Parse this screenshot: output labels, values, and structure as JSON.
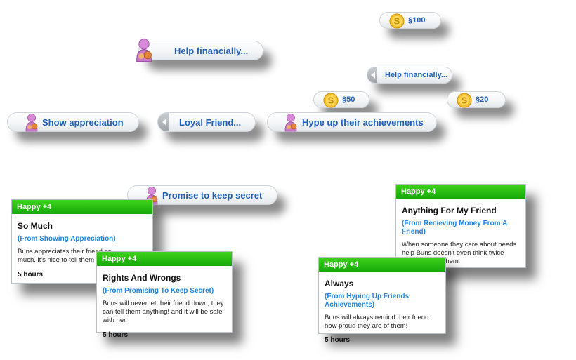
{
  "interactions": {
    "help_financially_big": "Help financially...",
    "show_appreciation": "Show appreciation",
    "loyal_friend": "Loyal Friend...",
    "hype_achievements": "Hype up their achievements",
    "promise_secret": "Promise to keep secret",
    "help_financially_small": "Help financially...",
    "money_100": "§100",
    "money_50": "§50",
    "money_20": "§20"
  },
  "moodlets": [
    {
      "header": "Happy +4",
      "title": "So Much",
      "source": "(From Showing Appreciation)",
      "description": "Buns appreciates their friend so much, it's nice to tell them they can",
      "duration": "5 hours"
    },
    {
      "header": "Happy +4",
      "title": "Rights And Wrongs",
      "source": "(From Promising To Keep Secret)",
      "description": "Buns will never let their friend down, they can tell them anything! and it will be safe with her",
      "duration": "5 hours"
    },
    {
      "header": "Happy +4",
      "title": "Anything For My Friend",
      "source": "(From Recieving Money From A Friend)",
      "description": "When someone they care about needs help Buns doesn't even think twice about helping them",
      "duration": ""
    },
    {
      "header": "Happy +4",
      "title": "Always",
      "source": "(From Hyping Up Friends Achievements)",
      "description": "Buns will always remind their friend how proud they are of them!",
      "duration": "5 hours"
    }
  ],
  "colors": {
    "accent_text": "#1f5fb8",
    "moodlet_green": "#2ec015",
    "source_blue": "#1f86df"
  },
  "icons": [
    "sim-hug-icon",
    "simoleon-coin-icon",
    "back-arrow-icon"
  ]
}
